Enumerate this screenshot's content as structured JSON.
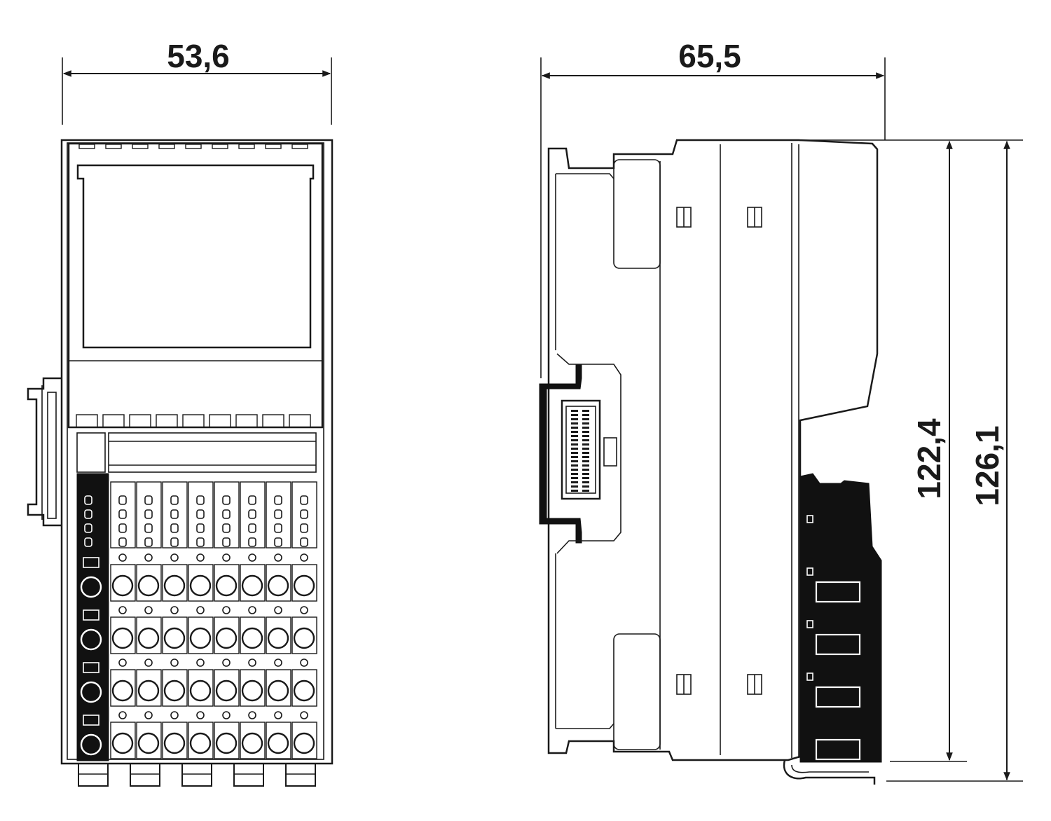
{
  "dimensions": {
    "front_width": "53,6",
    "side_depth": "65,5",
    "inner_height": "122,4",
    "total_height": "126,1"
  },
  "colors": {
    "line": "#1a1a1a",
    "background": "#ffffff",
    "fill_dark": "#111111"
  }
}
